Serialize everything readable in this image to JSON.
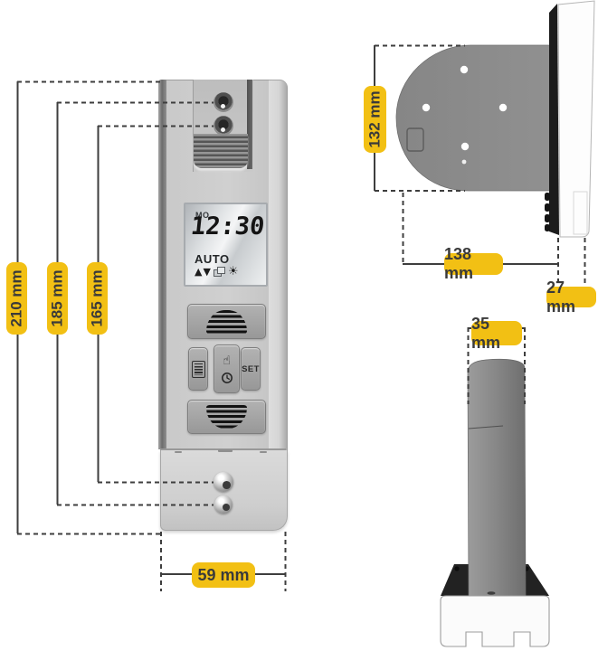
{
  "front_view": {
    "dim_overall_height": "210 mm",
    "dim_outer_holes": "185 mm",
    "dim_inner_holes": "165 mm",
    "dim_width": "59 mm",
    "lcd": {
      "day": "MO",
      "time": "12:30",
      "mode": "AUTO"
    },
    "set_button_label": "SET"
  },
  "side_view": {
    "dim_height": "132 mm",
    "dim_depth": "138 mm",
    "dim_front_depth": "27 mm"
  },
  "top_view": {
    "dim_width": "35 mm"
  },
  "icons": {
    "triangle_up": "▲",
    "triangle_down": "▼",
    "sun": "☀",
    "hand": "☝"
  },
  "colors": {
    "label_bg": "#F2C014",
    "label_text": "#3A3A3A",
    "dimension_line": "#3E3E3E",
    "body_light_gray": "#CFCFCF",
    "body_mid_gray": "#8E8E8E",
    "dark_strip": "#1C1C1C",
    "lcd_silver": "#EDF0F2",
    "base_white": "#FBFBFB"
  }
}
